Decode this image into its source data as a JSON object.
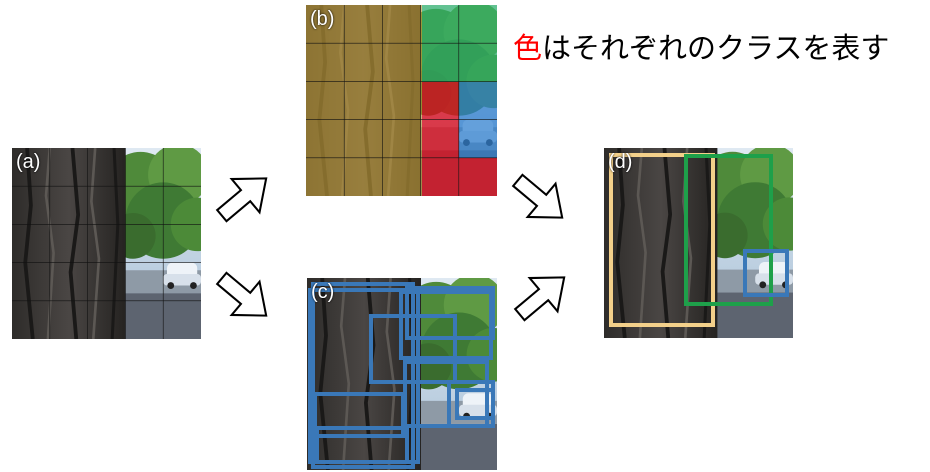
{
  "panels": {
    "a": {
      "label": "(a)"
    },
    "b": {
      "label": "(b)"
    },
    "c": {
      "label": "(c)"
    },
    "d": {
      "label": "(d)"
    }
  },
  "caption": {
    "highlight": "色",
    "rest": "はそれぞれのクラスを表す"
  },
  "colors": {
    "caption_highlight": "#ff0000",
    "class_tree": "#c8a23a",
    "class_foliage": "#2eb06a",
    "class_car": "#2f7fd0",
    "class_red": "#e01020",
    "box_blue": "#3a78b8",
    "box_yellow": "#f3d08a",
    "box_green": "#1ea04a"
  },
  "icons": [
    "arrow-icon"
  ]
}
